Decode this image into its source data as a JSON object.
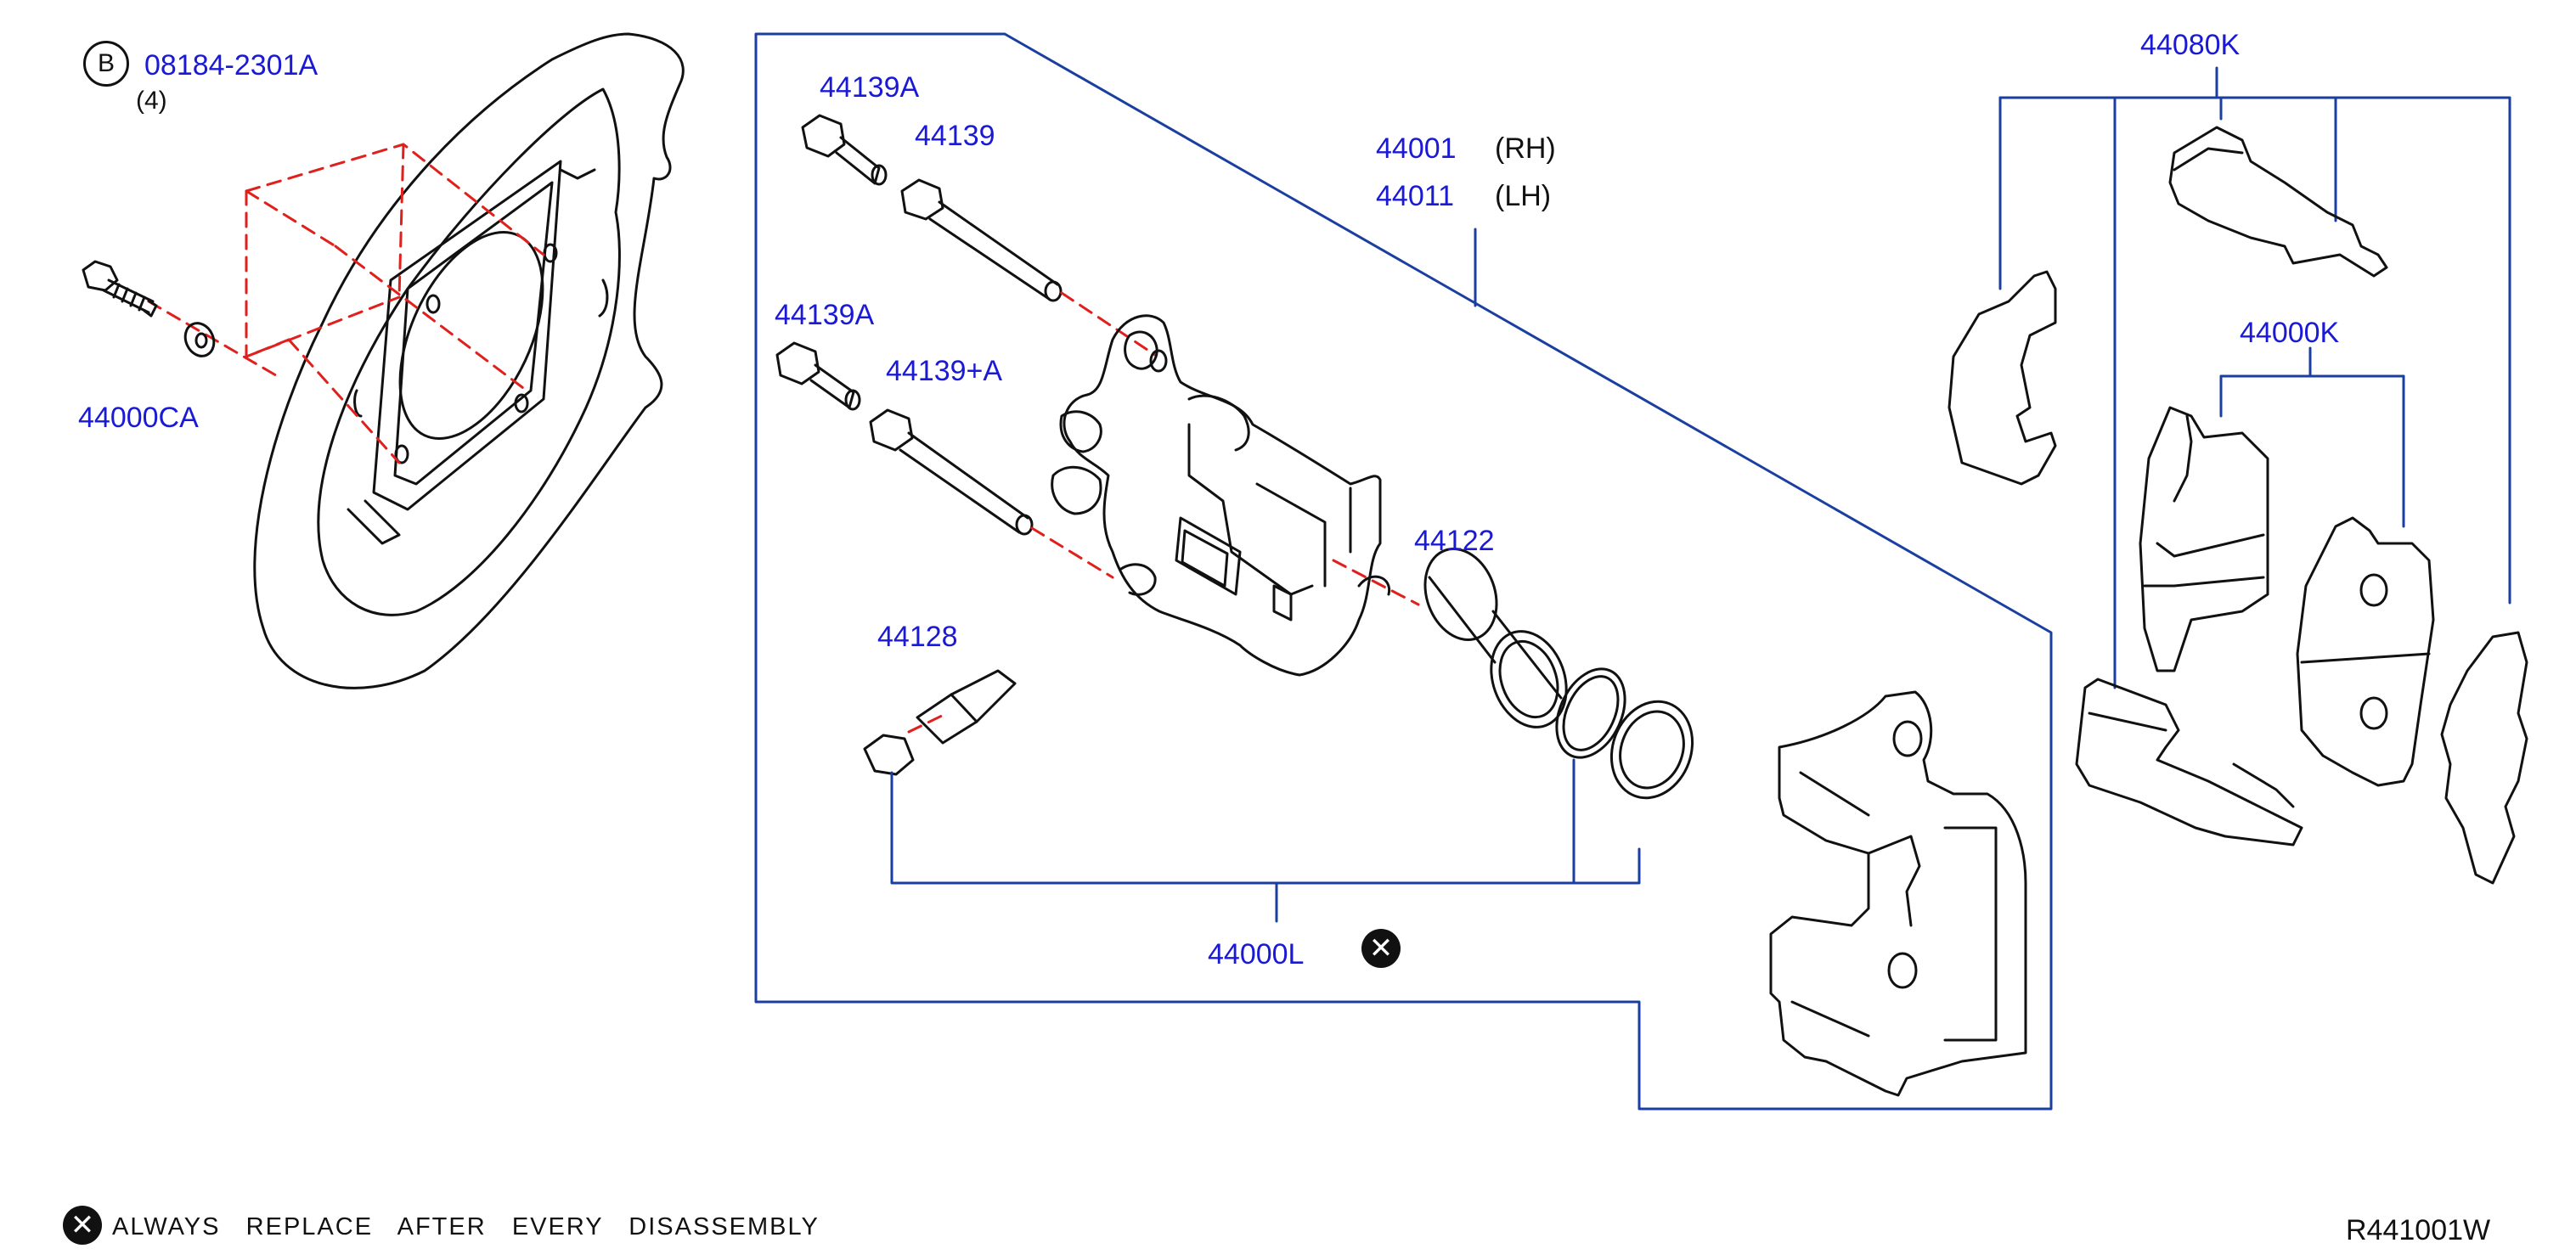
{
  "diagram": {
    "part_numbers": {
      "bolt": "08184-2301A",
      "bolt_qty": "(4)",
      "bolt_symbol": "B",
      "washer": "44000CA",
      "caliper_rh": "44001",
      "caliper_lh": "44011",
      "rh": "(RH)",
      "lh": "(LH)",
      "pin_bolt_upper_a": "44139A",
      "pin_upper": "44139",
      "pin_bolt_lower_a": "44139A",
      "pin_lower": "44139+A",
      "piston": "44122",
      "bleeder": "44128",
      "seal_kit": "44000L",
      "hardware_kit": "44080K",
      "pad_kit": "44000K"
    },
    "replace_symbol": "✕",
    "note": "ALWAYS   REPLACE   AFTER   EVERY   DISASSEMBLY",
    "reference": "R441001W",
    "colors": {
      "callout_text": "#1a1ad6",
      "leader_line": "#1a3fa0",
      "dash_line": "#e0201c",
      "part_stroke": "#111111"
    }
  }
}
